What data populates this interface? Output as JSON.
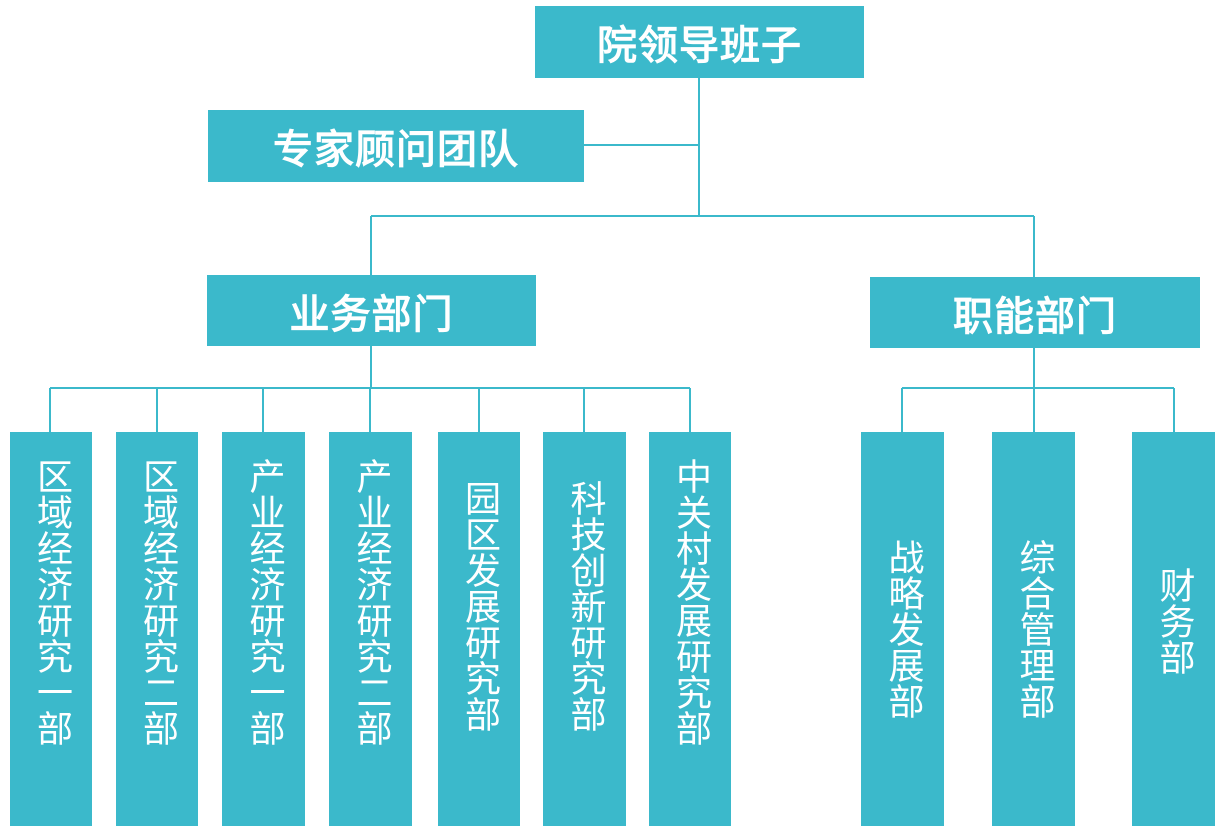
{
  "colors": {
    "box_fill": "#3bb9cb",
    "text": "#ffffff",
    "connector": "#3bb9cb"
  },
  "top": {
    "leadership": "院领导班子",
    "expert_team": "专家顾问团队"
  },
  "branches": {
    "business": "业务部门",
    "functional": "职能部门"
  },
  "business_units": [
    "区域经济研究一部",
    "区域经济研究二部",
    "产业经济研究一部",
    "产业经济研究二部",
    "园区发展研究部",
    "科技创新研究部",
    "中关村发展研究部"
  ],
  "functional_units": [
    "战略发展部",
    "综合管理部",
    "财务部"
  ]
}
